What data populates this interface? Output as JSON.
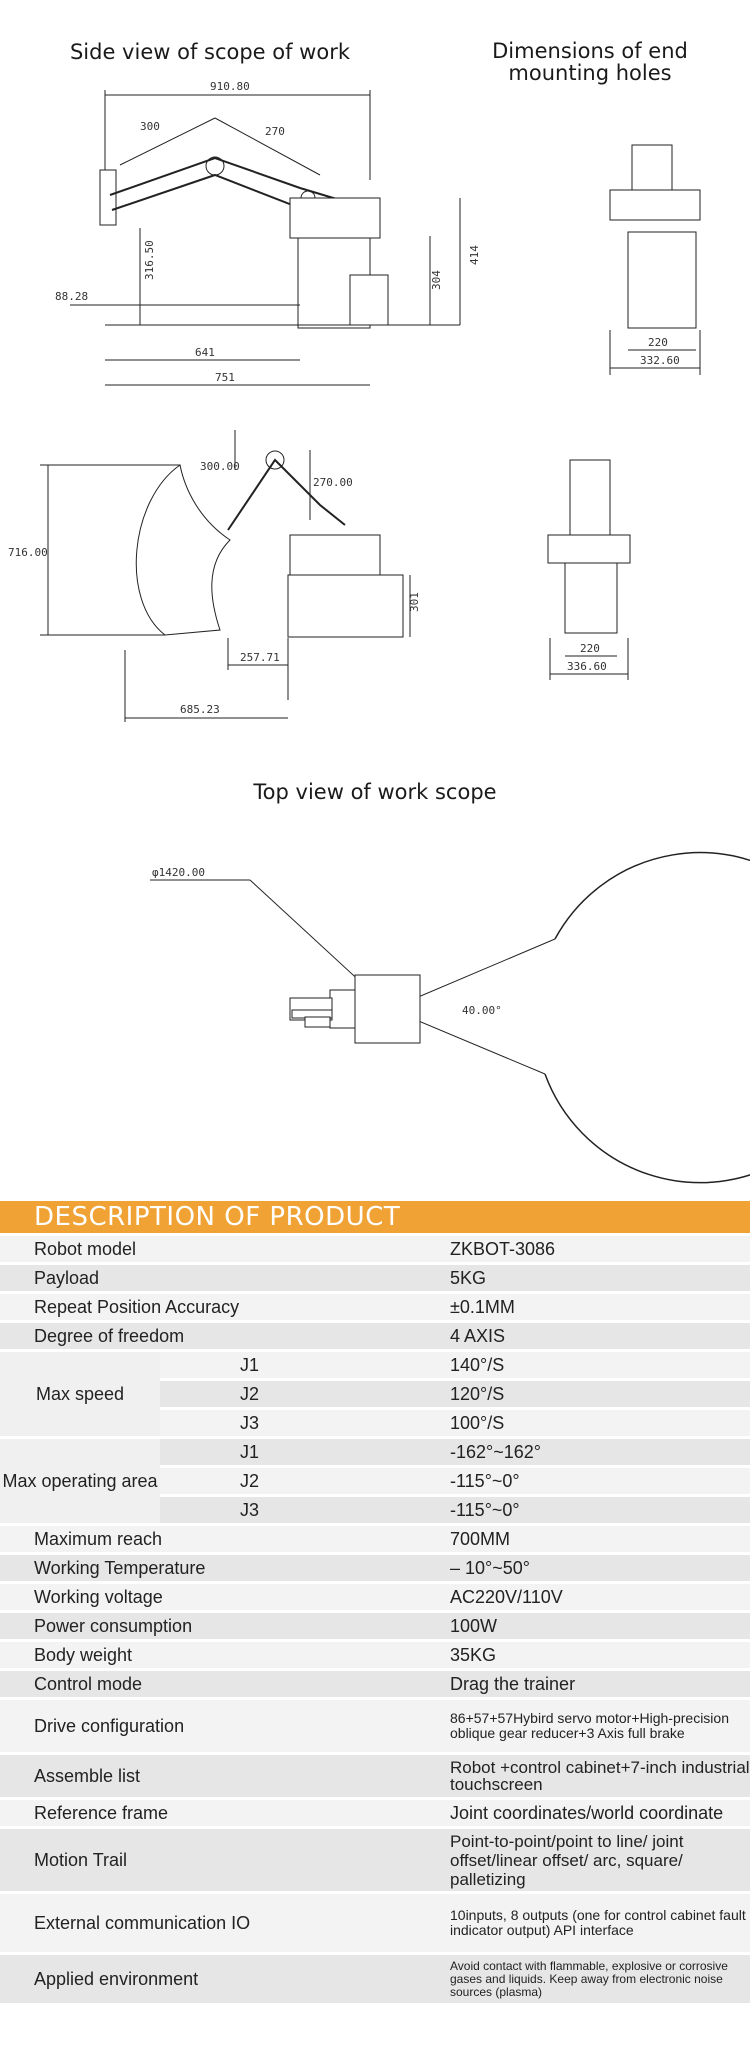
{
  "titles": {
    "side_view": "Side view of scope of work",
    "end_mount": "Dimensions of end mounting holes",
    "top_view": "Top view of work scope"
  },
  "dimensions": {
    "d910": "910.80",
    "d300a": "300",
    "d270a": "270",
    "d414": "414",
    "d316": "316.50",
    "d304": "304",
    "d88": "88.28",
    "d641": "641",
    "d751": "751",
    "d220a": "220",
    "d332": "332.60",
    "d300b": "300.00",
    "d270b": "270.00",
    "d716": "716.00",
    "d301": "301",
    "d257": "257.71",
    "d685": "685.23",
    "d220b": "220",
    "d336": "336.60",
    "d1420": "φ1420.00",
    "d40": "40.00°"
  },
  "spec": {
    "header": "DESCRIPTION OF PRODUCT",
    "rows": [
      {
        "label": "Robot model",
        "value": "ZKBOT-3086"
      },
      {
        "label": "Payload",
        "value": "5KG"
      },
      {
        "label": "Repeat Position Accuracy",
        "value": "±0.1MM"
      },
      {
        "label": "Degree of freedom",
        "value": "4 AXIS"
      }
    ],
    "max_speed": {
      "label": "Max speed",
      "rows": [
        {
          "joint": "J1",
          "value": "140°/S"
        },
        {
          "joint": "J2",
          "value": "120°/S"
        },
        {
          "joint": "J3",
          "value": "100°/S"
        }
      ]
    },
    "max_area": {
      "label": "Max operating area",
      "rows": [
        {
          "joint": "J1",
          "value": "-162°~162°"
        },
        {
          "joint": "J2",
          "value": "-115°~0°"
        },
        {
          "joint": "J3",
          "value": "-115°~0°"
        }
      ]
    },
    "rows2": [
      {
        "label": "Maximum reach",
        "value": "700MM"
      },
      {
        "label": "Working Temperature",
        "value": "– 10°~50°"
      },
      {
        "label": "Working voltage",
        "value": "AC220V/110V"
      },
      {
        "label": "Power consumption",
        "value": "100W"
      },
      {
        "label": "Body weight",
        "value": "35KG"
      },
      {
        "label": "Control mode",
        "value": "Drag the trainer"
      }
    ],
    "drive": {
      "label": "Drive configuration",
      "value": "86+57+57Hybird servo motor+High-precision oblique gear reducer+3 Axis full brake"
    },
    "assemble": {
      "label": "Assemble list",
      "value": "Robot +control cabinet+7-inch industrial touchscreen"
    },
    "reference": {
      "label": "Reference frame",
      "value": "Joint coordinates/world coordinate"
    },
    "motion": {
      "label": "Motion Trail",
      "value": "Point-to-point/point to line/ joint offset/linear offset/ arc, square/ palletizing"
    },
    "io": {
      "label": "External communication IO",
      "value": "10inputs, 8 outputs (one for control cabinet fault indicator output) API interface"
    },
    "env": {
      "label": "Applied environment",
      "value": "Avoid contact with flammable, explosive or corrosive gases and liquids. Keep away from electronic noise sources (plasma)"
    }
  }
}
